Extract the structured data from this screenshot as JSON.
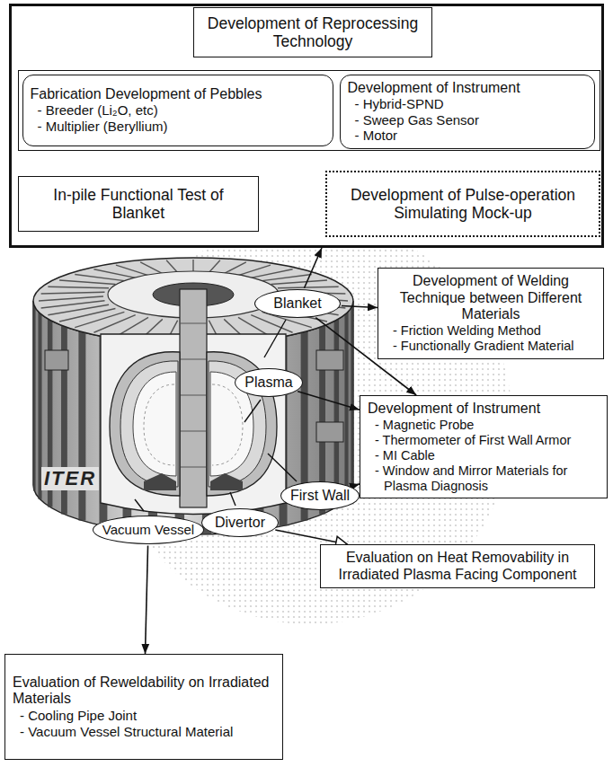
{
  "diagram": {
    "nodes": [
      {
        "text": []
      },
      {
        "text": [
          "Development of Reprocessing Technology"
        ],
        "in": 0
      },
      {
        "text": [],
        "in": 0
      },
      {
        "text": [
          "Fabrication Development of Pebbles",
          "- Breeder (Li₂O, etc)",
          "- Multiplier (Beryllium)"
        ],
        "in": 2
      },
      {
        "text": [
          "Development of Instrument",
          "- Hybrid-SPND",
          "- Sweep Gas Sensor",
          "- Motor"
        ],
        "in": 2
      },
      {
        "text": [
          "In-pile Functional Test of Blanket"
        ],
        "in": 0
      },
      {
        "text": [
          "Development of Pulse-operation Simulating Mock-up"
        ],
        "in": 0
      },
      {
        "text": [
          "Blanket"
        ]
      },
      {
        "text": [
          "Plasma"
        ]
      },
      {
        "text": [
          "First Wall"
        ]
      },
      {
        "text": [
          "Divertor"
        ]
      },
      {
        "text": [
          "Vacuum Vessel"
        ]
      },
      {
        "text": [
          "Development of Welding Technique between Different Materials",
          "- Friction Welding Method",
          "- Functionally Gradient Material"
        ]
      },
      {
        "text": [
          "Development of Instrument",
          "- Magnetic Probe",
          "- Thermometer of First Wall Armor",
          "- MI Cable",
          "- Window and Mirror Materials for Plasma Diagnosis"
        ]
      },
      {
        "text": [
          "Evaluation on Heat Removability in Irradiated Plasma Facing Component"
        ]
      },
      {
        "text": [
          "Evaluation of Reweldability on Irradiated Materials",
          "- Cooling Pipe Joint",
          "- Vacuum Vessel Structural Material"
        ]
      }
    ],
    "edges": [
      {
        "from": 1,
        "to": 2,
        "arrow": "to"
      },
      {
        "from": 2,
        "to": 5,
        "arrow": "to"
      },
      {
        "from": 6,
        "to": 5,
        "arrow": "to"
      },
      {
        "from": 7,
        "to": 0,
        "arrow": "to"
      },
      {
        "from": 7,
        "to": 12,
        "arrow": "to"
      },
      {
        "from": 7,
        "to": 13,
        "arrow": "to"
      },
      {
        "from": 8,
        "to": 13,
        "arrow": "to"
      },
      {
        "from": 9,
        "to": 13,
        "arrow": "to"
      },
      {
        "from": 10,
        "to": 14,
        "arrow": "to"
      },
      {
        "from": 11,
        "to": 15,
        "arrow": "to"
      }
    ],
    "labels": [
      "ITER"
    ]
  }
}
